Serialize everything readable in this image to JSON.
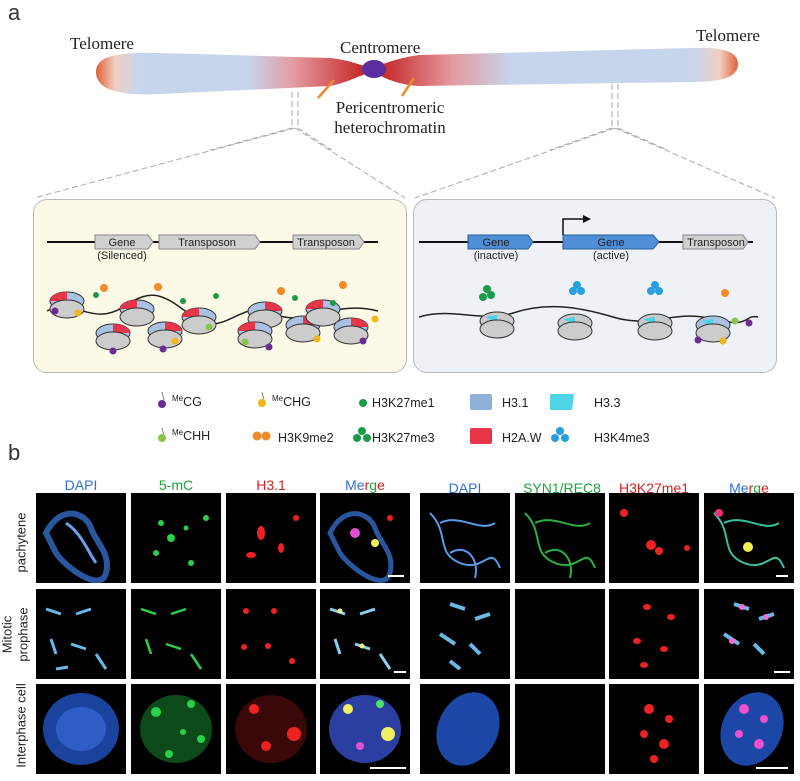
{
  "panel_a": {
    "letter": "a",
    "chromosome": {
      "telomere_left": "Telomere",
      "telomere_right": "Telomere",
      "centromere": "Centromere",
      "pericentromeric_line1": "Pericentromeric",
      "pericentromeric_line2": "heterochromatin"
    },
    "left_box": {
      "genes": [
        {
          "label": "Gene",
          "sub": "(Silenced)"
        },
        {
          "label": "Transposon",
          "sub": ""
        },
        {
          "label": "Transposon",
          "sub": ""
        }
      ]
    },
    "right_box": {
      "genes": [
        {
          "label": "Gene",
          "sub": "(inactive)"
        },
        {
          "label": "Gene",
          "sub": "(active)"
        },
        {
          "label": "Transposon",
          "sub": ""
        }
      ]
    },
    "legend": {
      "mecg": {
        "sup": "Me",
        "text": "CG"
      },
      "mechg": {
        "sup": "Me",
        "text": "CHG"
      },
      "mechh": {
        "sup": "Me",
        "text": "CHH"
      },
      "h3k27me1": "H3K27me1",
      "h3k9me2": "H3K9me2",
      "h3k27me3": "H3K27me3",
      "h31": "H3.1",
      "h33": "H3.3",
      "h2aw": "H2A.W",
      "h3k4me3": "H3K4me3"
    },
    "colors": {
      "mecg": "#6a2c91",
      "mechg": "#f2b619",
      "mechh": "#8bc34a",
      "h3k27me1": "#1a9b4a",
      "h3k9me2": "#f08a2a",
      "h3k27me3": "#1a9b4a",
      "h31": "#8fb0d8",
      "h33": "#4fd4e6",
      "h2aw": "#e8354a",
      "h3k4me3": "#2a9fe0"
    }
  },
  "panel_b": {
    "letter": "b",
    "left_headers": [
      {
        "text": "DAPI",
        "color": "#2f6fd8"
      },
      {
        "text": "5-mC",
        "color": "#1aa53a"
      },
      {
        "text": "H3.1",
        "color": "#d42020"
      }
    ],
    "right_headers": [
      {
        "text": "DAPI",
        "color": "#2f6fd8"
      },
      {
        "text": "SYN1/REC8",
        "color": "#1aa53a"
      },
      {
        "text": "H3K27me1",
        "color": "#d42020"
      }
    ],
    "merge": {
      "m": "M",
      "e": "e",
      "r": "r",
      "g": "g",
      "e2": "e"
    },
    "row_labels": {
      "pachytene": "pachytene",
      "mitotic": "Mitotic",
      "prophase": "prophase",
      "interphase": "Interphase cell"
    }
  }
}
